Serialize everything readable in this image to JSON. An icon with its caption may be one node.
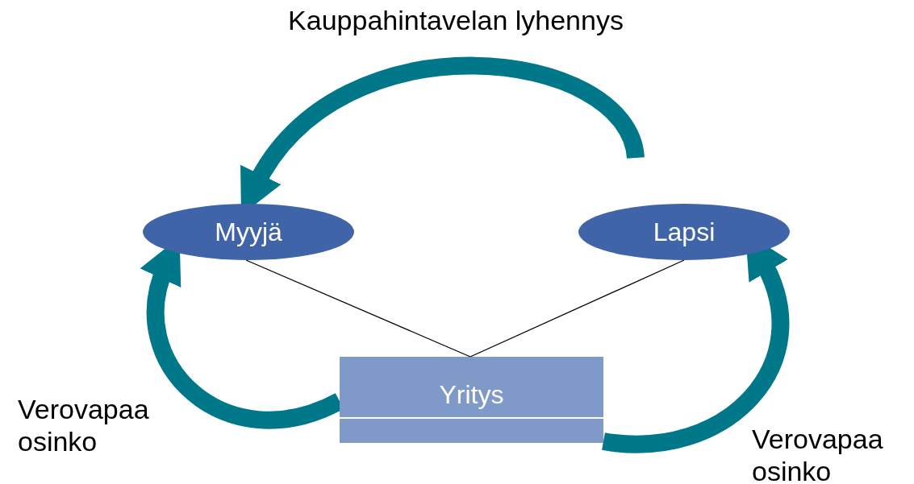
{
  "diagram": {
    "nodes": [
      {
        "text": [
          "Myyjä"
        ]
      },
      {
        "text": [
          "Lapsi"
        ]
      },
      {
        "text": [
          "Yritys"
        ]
      }
    ],
    "edges": [
      {
        "from": 1,
        "to": 0,
        "arrow": "to",
        "label": "Kauppahintavelan lyhennys",
        "color": "#00788a"
      },
      {
        "from": 0,
        "to": 2,
        "arrow": "none",
        "color": "#000000"
      },
      {
        "from": 1,
        "to": 2,
        "arrow": "none",
        "color": "#000000"
      },
      {
        "from": 2,
        "to": 0,
        "arrow": "to",
        "label": "Verovapaa osinko",
        "color": "#00788a"
      },
      {
        "from": 2,
        "to": 1,
        "arrow": "to",
        "label": "Verovapaa osinko",
        "color": "#00788a"
      }
    ]
  }
}
